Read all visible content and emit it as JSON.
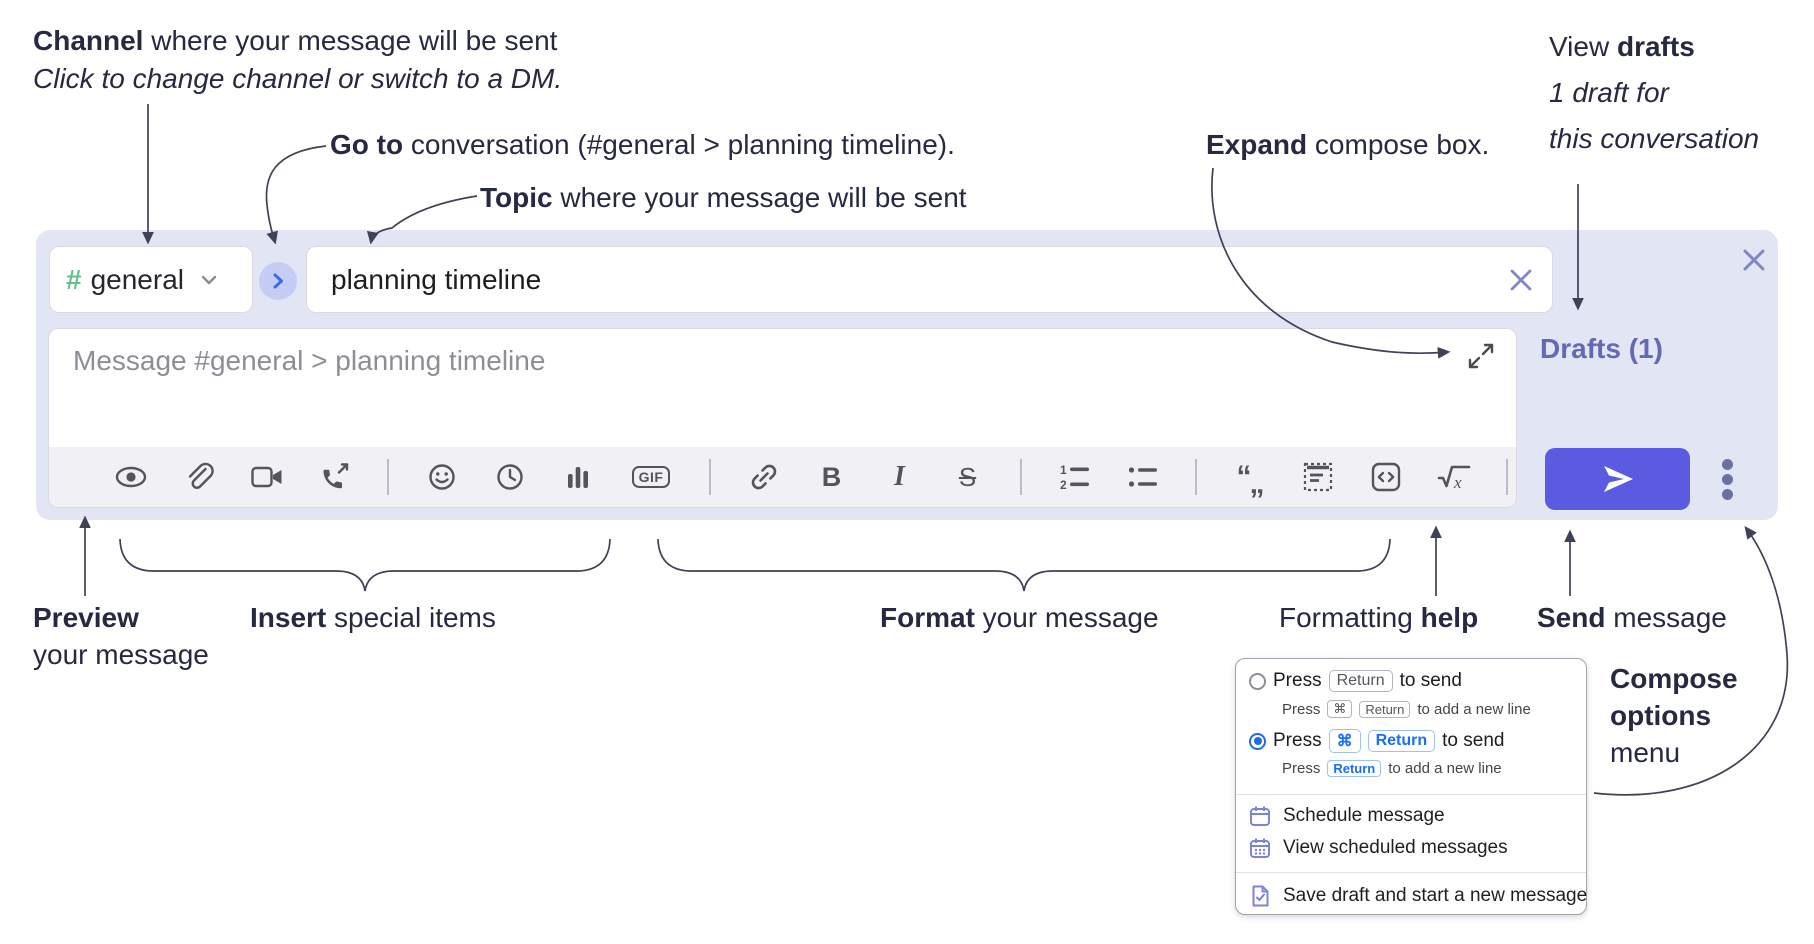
{
  "colors": {
    "annotation_text": "#262940",
    "panel_bg": "#e2e5f3",
    "send_button": "#5a5be0",
    "drafts_link": "#6469b5",
    "hash_green": "#63c08c",
    "goto_chevron_blue": "#3c6ce8",
    "radio_blue": "#1b6be8",
    "menu_icon_purple": "#7e82d8",
    "toolbar_icon_gray": "#54555b",
    "close_x_purple": "#8187c5"
  },
  "annotations": {
    "channel": {
      "bold": "Channel",
      "rest": " where your message will be sent",
      "sub_italic": "Click to change channel or switch to a DM."
    },
    "go_to": {
      "bold": "Go to",
      "rest": " conversation (#general > planning timeline)."
    },
    "topic": {
      "bold": "Topic",
      "rest": " where your message will be sent"
    },
    "expand": {
      "bold": "Expand",
      "rest": " compose box."
    },
    "view_drafts": {
      "regular": "View ",
      "bold": "drafts",
      "line2_italic": "1 draft for",
      "line3_italic": "this conversation"
    },
    "preview": {
      "bold": "Preview",
      "line2": "your message"
    },
    "insert": {
      "bold": "Insert",
      "rest": " special items"
    },
    "format": {
      "bold": "Format",
      "rest": " your message"
    },
    "formatting_help": {
      "regular": "Formatting ",
      "bold": "help"
    },
    "send": {
      "bold": "Send",
      "rest": " message"
    },
    "compose_options": {
      "bold_line1": "Compose",
      "bold_line2": "options",
      "line3": "menu"
    }
  },
  "composer": {
    "channel_selector": {
      "hash": "#",
      "name": "general"
    },
    "topic_input": {
      "value": "planning timeline"
    },
    "message_input": {
      "placeholder": "Message #general > planning timeline"
    },
    "drafts_link": "Drafts (1)",
    "toolbar": {
      "gif": "GIF",
      "bold": "B",
      "italic": "I",
      "strike": "S",
      "ol_1": "1",
      "ol_2": "2",
      "quote_open": "“",
      "quote_close": "„",
      "math_x": "x",
      "help": "?"
    }
  },
  "compose_menu": {
    "option_return_to_send": {
      "press": "Press",
      "key_return": "Return",
      "suffix": "to send",
      "sub_press": "Press",
      "sub_key_cmd": "⌘",
      "sub_key_return": "Return",
      "sub_suffix": "to add a new line"
    },
    "option_cmd_return_to_send": {
      "press": "Press",
      "key_cmd": "⌘",
      "key_return": "Return",
      "suffix": "to send",
      "sub_press": "Press",
      "sub_key_return": "Return",
      "sub_suffix": "to add a new line"
    },
    "items": [
      {
        "icon": "calendar-icon",
        "label": "Schedule message"
      },
      {
        "icon": "calendar-grid-icon",
        "label": "View scheduled messages"
      },
      {
        "icon": "save-draft-icon",
        "label": "Save draft and start a new message"
      }
    ]
  }
}
